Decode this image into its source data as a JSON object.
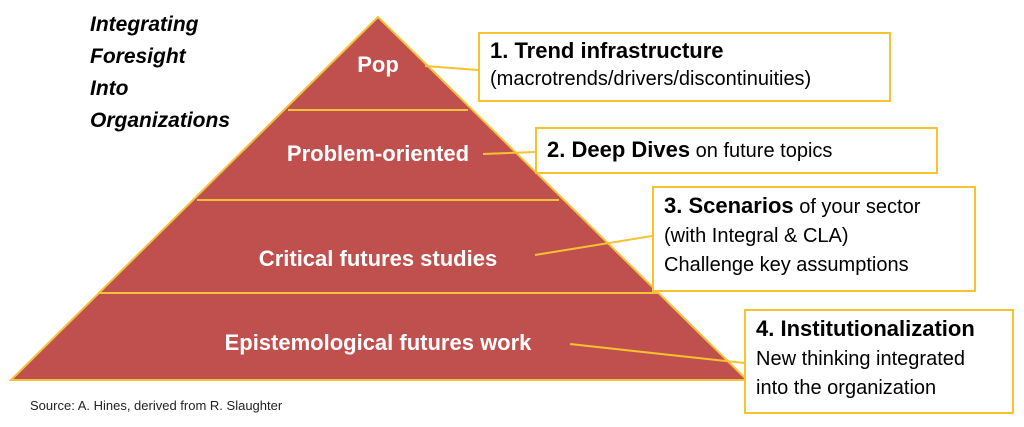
{
  "title_lines": [
    "Integrating",
    "Foresight",
    "Into",
    "Organizations"
  ],
  "levels": [
    {
      "label": "Pop"
    },
    {
      "label": "Problem-oriented"
    },
    {
      "label": "Critical futures studies"
    },
    {
      "label": "Epistemological futures work"
    }
  ],
  "callouts": [
    {
      "bold": "1. Trend infrastructure",
      "rest": "",
      "lines": [
        "(macrotrends/drivers/discontinuities)"
      ]
    },
    {
      "bold": "2. Deep Dives",
      "rest": " on future topics",
      "lines": []
    },
    {
      "bold": "3. Scenarios",
      "rest": " of your sector",
      "lines": [
        "(with Integral & CLA)",
        "Challenge key assumptions"
      ]
    },
    {
      "bold": "4. Institutionalization",
      "rest": "",
      "lines": [
        "New thinking integrated",
        "into the organization"
      ]
    }
  ],
  "source": "Source: A. Hines, derived from R. Slaughter",
  "colors": {
    "pyramid_fill": "#c0504d",
    "pyramid_line": "#f3c23b",
    "callout_border": "#f5c230"
  }
}
